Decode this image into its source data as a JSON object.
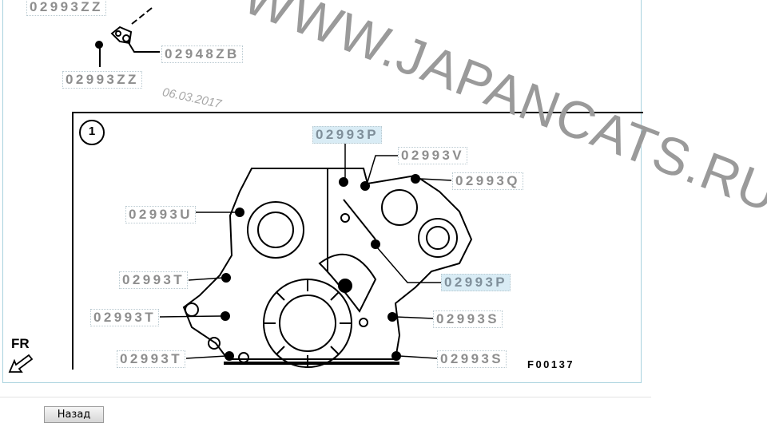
{
  "watermark": "WWW.JAPANCATS.RU",
  "date": "06.03.2017",
  "diagram": {
    "callout_number": "1",
    "front_marker": "FR",
    "figure_code": "F00137",
    "labels": [
      {
        "text": "02993ZZ",
        "highlighted": false
      },
      {
        "text": "02948ZB",
        "highlighted": false
      },
      {
        "text": "02993ZZ",
        "highlighted": false
      },
      {
        "text": "02993P",
        "highlighted": true
      },
      {
        "text": "02993V",
        "highlighted": false
      },
      {
        "text": "02993Q",
        "highlighted": false
      },
      {
        "text": "02993U",
        "highlighted": false
      },
      {
        "text": "02993T",
        "highlighted": false
      },
      {
        "text": "02993P",
        "highlighted": true
      },
      {
        "text": "02993T",
        "highlighted": false
      },
      {
        "text": "02993S",
        "highlighted": false
      },
      {
        "text": "02993T",
        "highlighted": false
      },
      {
        "text": "02993S",
        "highlighted": false
      }
    ]
  },
  "back_button": "Назад"
}
